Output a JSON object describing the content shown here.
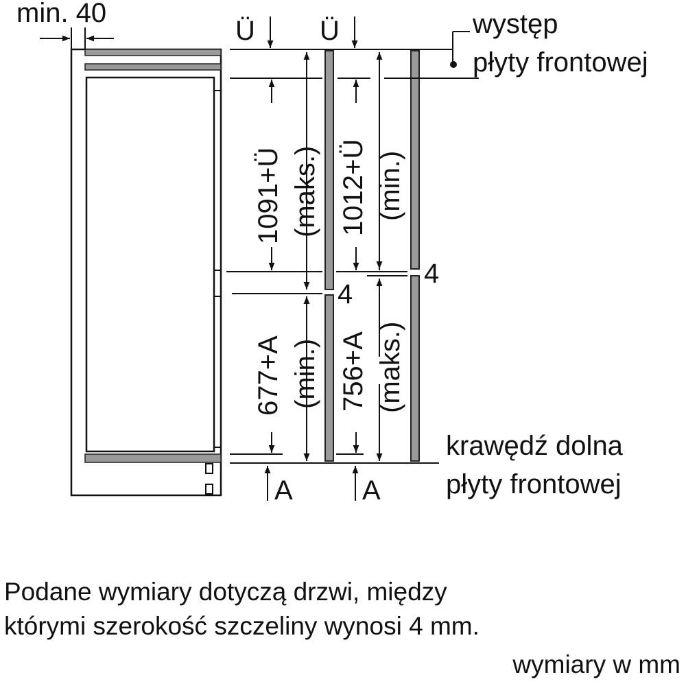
{
  "labels": {
    "top_min": "min. 40",
    "u_left": "Ü",
    "u_right": "Ü",
    "wystep_line1": "występ",
    "wystep_line2": "płyty frontowej",
    "upper_left_value": "1091+Ü",
    "upper_left_qual": "(maks.)",
    "upper_right_value": "1012+Ü",
    "upper_right_qual": "(min.)",
    "lower_left_value": "677+A",
    "lower_left_qual": "(min.)",
    "lower_right_value": "756+A",
    "lower_right_qual": "(maks.)",
    "gap_left": "4",
    "gap_right": "4",
    "bottom_line1": "krawędź dolna",
    "bottom_line2": "płyty frontowej",
    "a_left": "A",
    "a_right": "A"
  },
  "note": {
    "line1": "Podane wymiary dotyczą drzwi, między",
    "line2": "którymi szerokość szczeliny wynosi 4 mm."
  },
  "units": "wymiary w mm",
  "colors": {
    "line": "#111111",
    "panel_fill": "#9a9a9a",
    "panel_stroke": "#222222"
  }
}
